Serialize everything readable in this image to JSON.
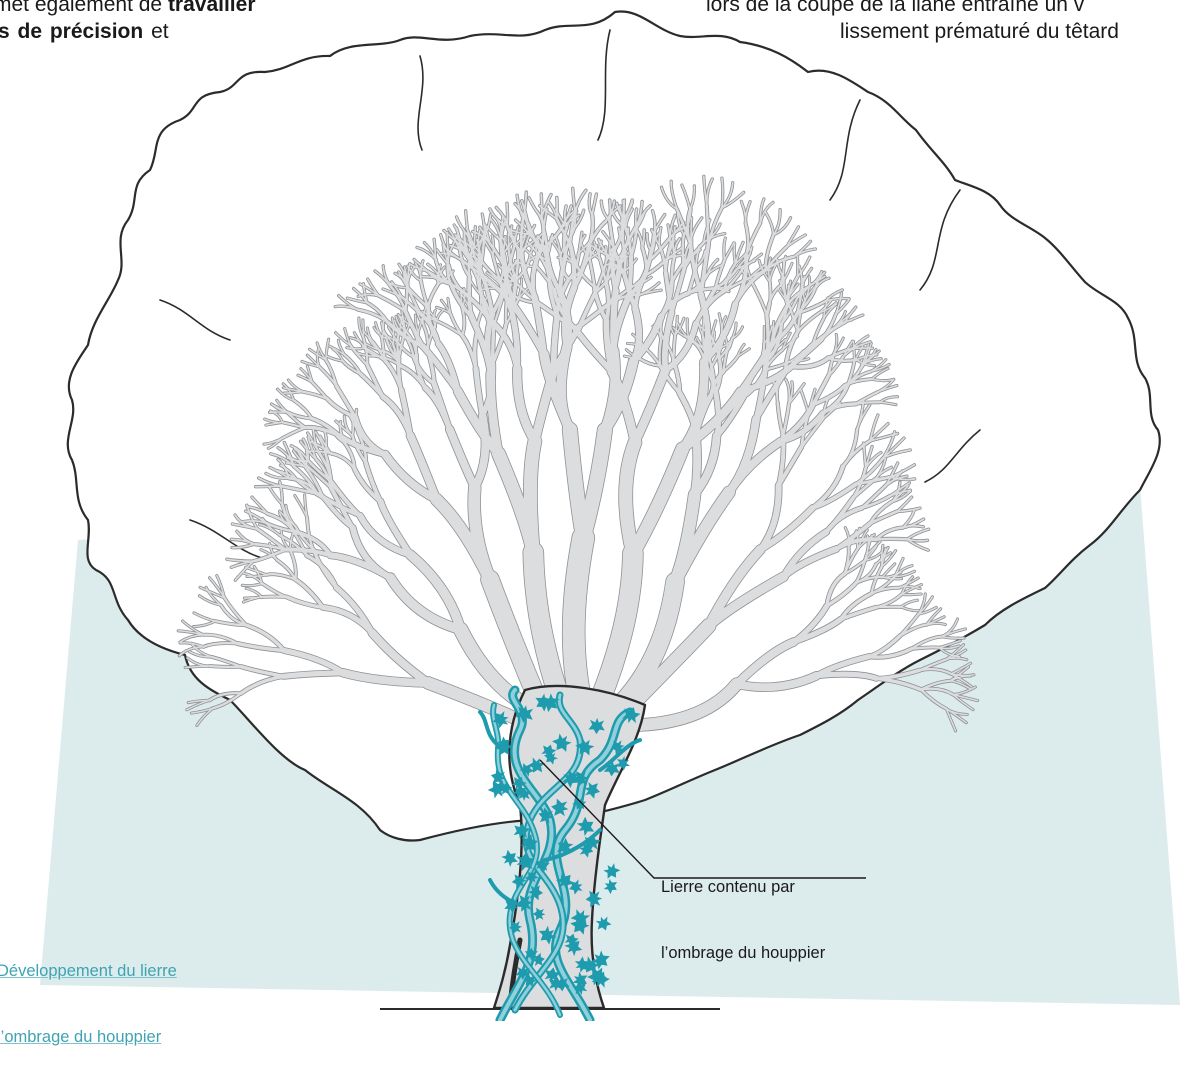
{
  "article": {
    "left_line_1_pre": "met également de ",
    "left_line_1_bold": "travailler",
    "left_line_2_bold": "s de précision",
    "left_line_2_post": "et",
    "right_line_1": "lors de la coupe de la liane entraîne un v",
    "right_line_2": "lissement prématuré du têtard"
  },
  "diagram": {
    "callout_line_1": "Lierre contenu par",
    "callout_line_2": "l’ombrage du houppier",
    "caption_line_1": "Développement du lierre",
    "caption_line_2": "l’ombrage du houppier"
  },
  "colors": {
    "shade_area": "#dcebec",
    "crown_fill": "#ffffff",
    "outline": "#2b2b2b",
    "branch_fill": "#d7d8d9",
    "branch_stroke": "#8f9194",
    "ivy": "#1f9bae",
    "ivy_light": "#8fd0da",
    "caption": "#3fa3b2"
  },
  "icons": {
    "ivy_leaf": "ivy-leaf-icon"
  }
}
